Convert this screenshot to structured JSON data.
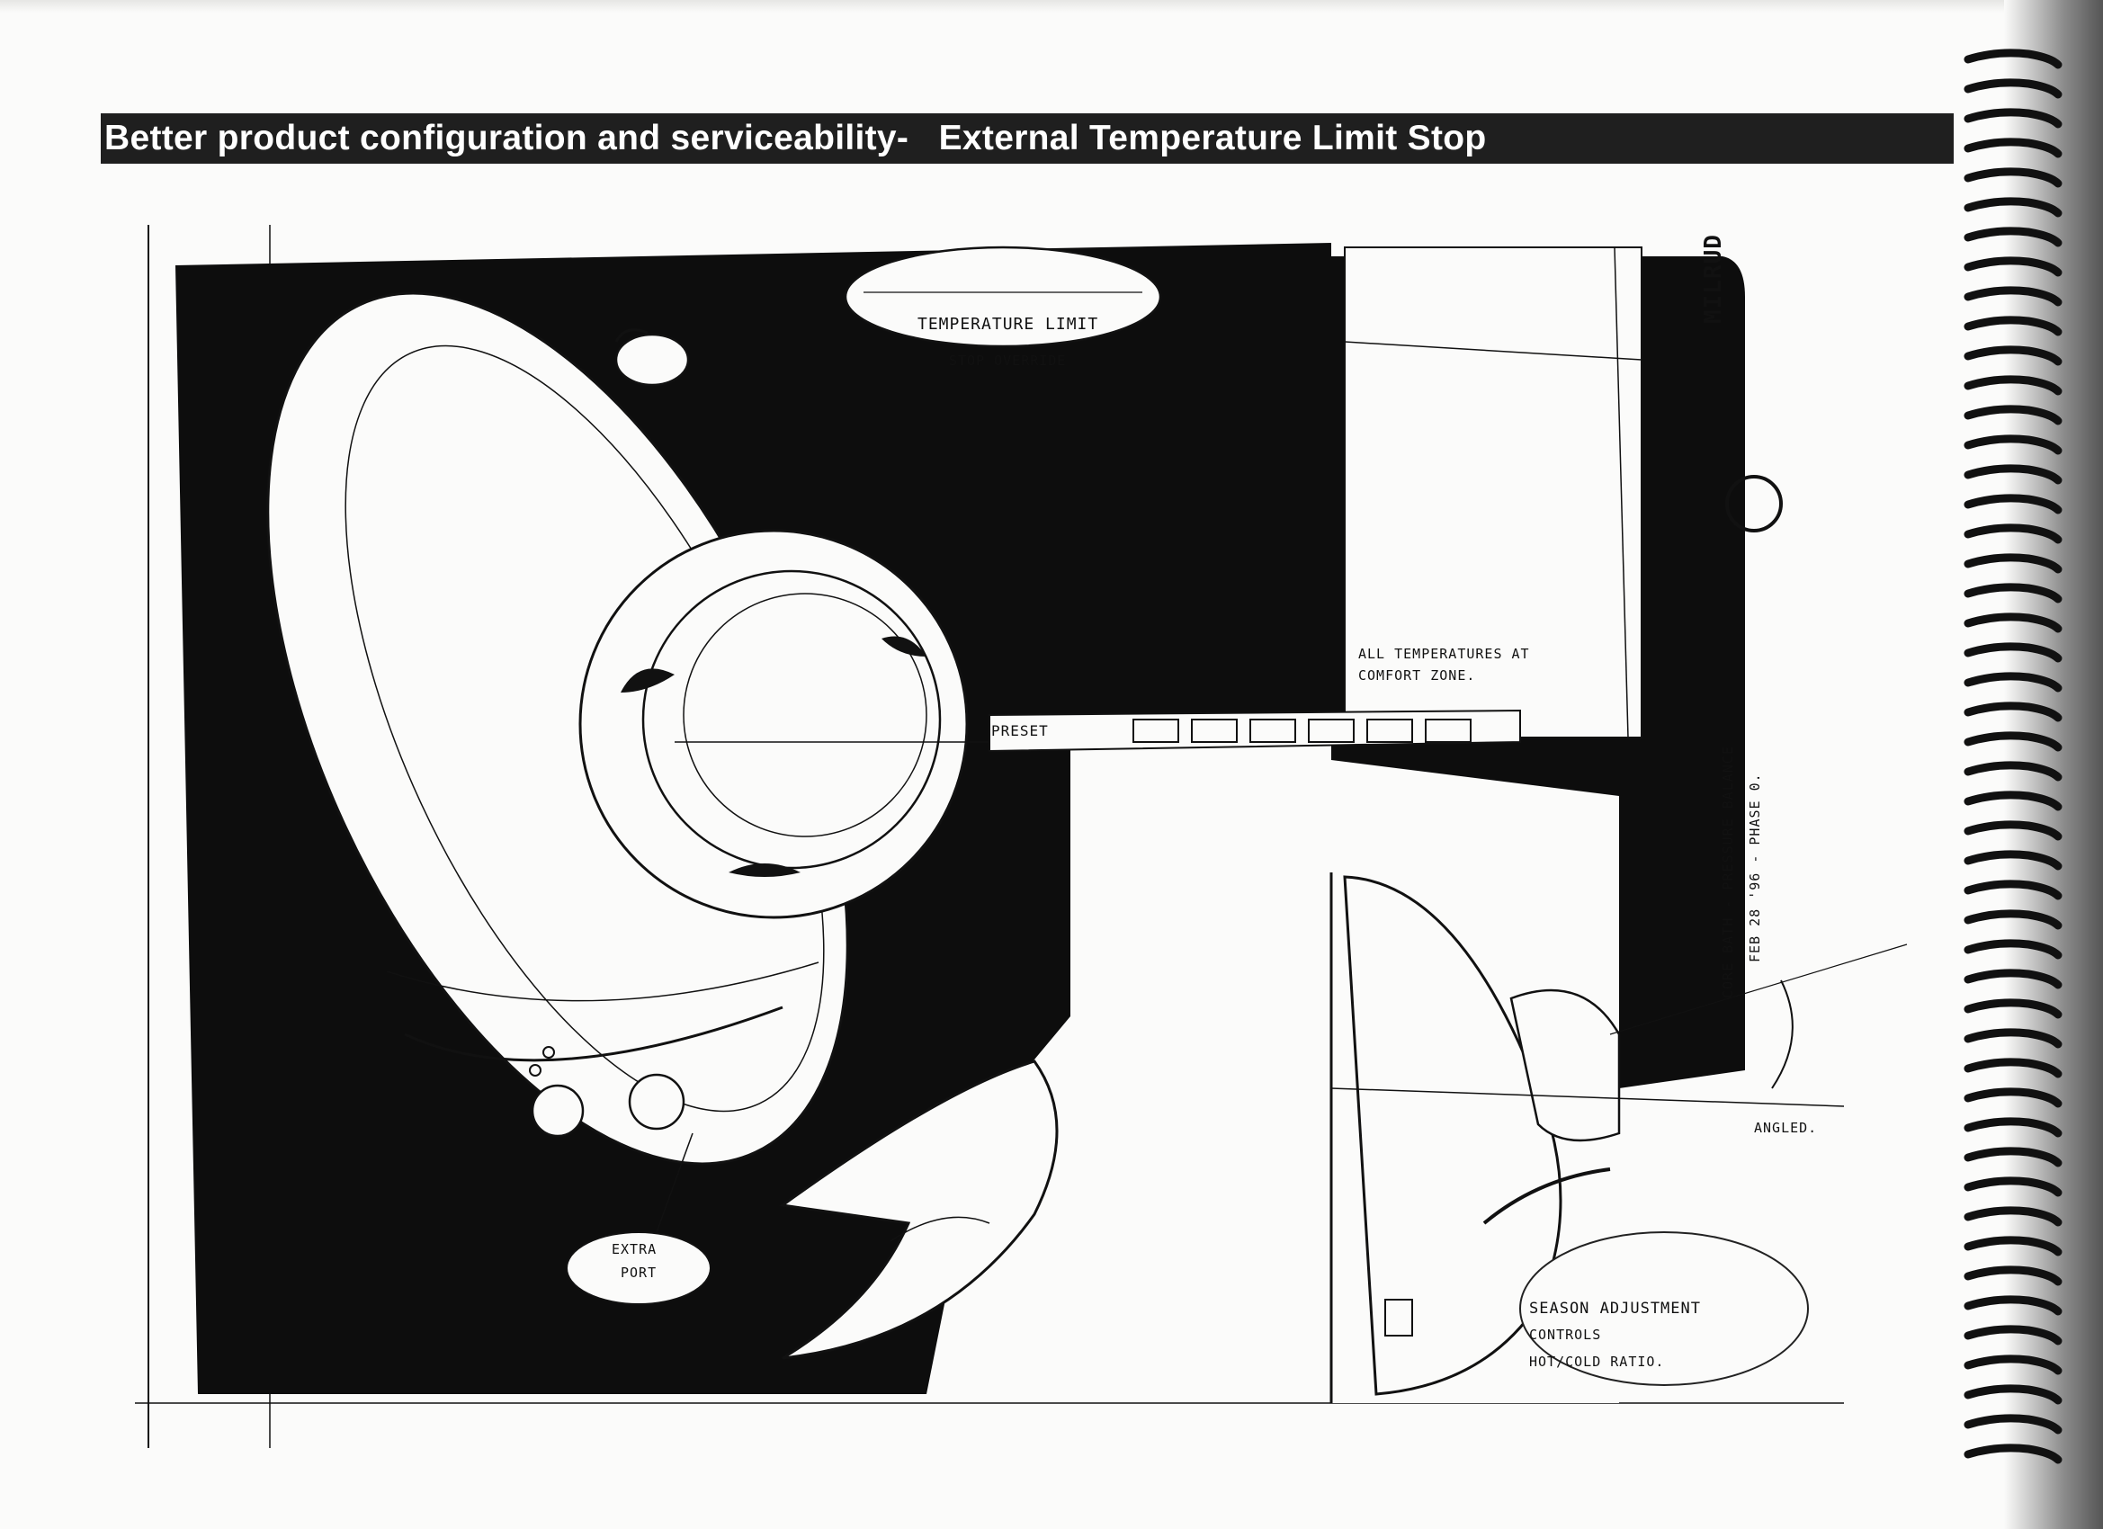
{
  "page": {
    "title": "Better product configuration and serviceability-   External Temperature Limit Stop"
  },
  "annotations": {
    "temperature_limit": "TEMPERATURE LIMIT",
    "stop_override": "STOP OVERRIDE",
    "all_temperatures": "ALL TEMPERATURES AT",
    "comfort_zone": "COMFORT ZONE.",
    "preset": "PRESET",
    "extra_port_1": "EXTRA",
    "extra_port_2": "PORT",
    "season_1": "SEASON ADJUSTMENT",
    "season_2": "CONTROLS",
    "season_3": "HOT/COLD RATIO.",
    "angled": "ANGLED.",
    "signature": "MILRUD",
    "vertical_note_1": "CORE BATH - PRESSURE BALANCE",
    "vertical_note_2": "FEB 28 '96 - PHASE 0."
  },
  "colors": {
    "ink": "#111111",
    "paper": "#fbfbfa",
    "title_bar": "#1f1f1f",
    "title_text": "#ffffff"
  }
}
